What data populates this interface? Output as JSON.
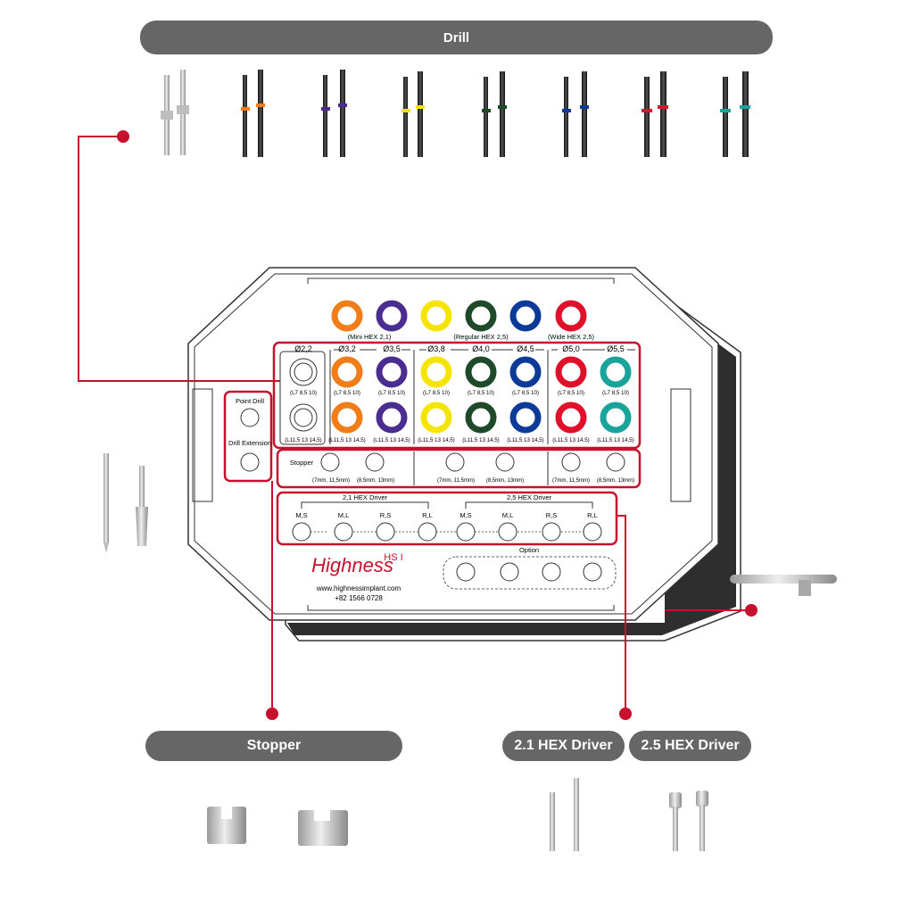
{
  "headers": {
    "drill": "Drill",
    "stopper": "Stopper",
    "hex21": "2.1 HEX Driver",
    "hex25": "2.5 HEX Driver"
  },
  "tray": {
    "top_labels": {
      "mini": "(Mini HEX 2,1)",
      "regular": "(Regular HEX 2,5)",
      "wide": "(Wide HEX 2,5)"
    },
    "diameters": [
      "Ø2,2",
      "Ø3,2",
      "Ø3,5",
      "Ø3,8",
      "Ø4,0",
      "Ø4,5",
      "Ø5,0",
      "Ø5,5"
    ],
    "length_short": "(L7 8,5 10)",
    "length_long": "(L11,5 13 14,5)",
    "point_drill": "Point Drill",
    "drill_extension": "Drill Extension",
    "stopper_label": "Stopper",
    "stopper_sizes": [
      "(7mm, 11,5mm)",
      "(8,5mm, 13mm)",
      "(7mm, 11,5mm)",
      "(8,5mm, 13mm)",
      "(7mm, 11,5mm)",
      "(8,5mm, 13mm)"
    ],
    "driver21_title": "2,1 HEX Driver",
    "driver25_title": "2,5 HEX Driver",
    "driver_sizes": [
      "M,S",
      "M,L",
      "R,S",
      "R,L",
      "M,S",
      "M,L",
      "R,S",
      "R,L"
    ],
    "option": "Option",
    "brand": "Highness",
    "brand_model": "HS I",
    "website": "www.highnessimplant.com",
    "phone": "+82 1566 0728"
  },
  "colors": {
    "pill": "#666666",
    "accent_red": "#c8102e",
    "tray_dark": "#2e2e2e",
    "ring_orange": "#f07d1a",
    "ring_purple": "#4b2d8f",
    "ring_yellow": "#f5e400",
    "ring_green": "#1e4a2a",
    "ring_blue": "#0b3a99",
    "ring_red": "#e0102a",
    "ring_teal": "#1aa39a"
  }
}
